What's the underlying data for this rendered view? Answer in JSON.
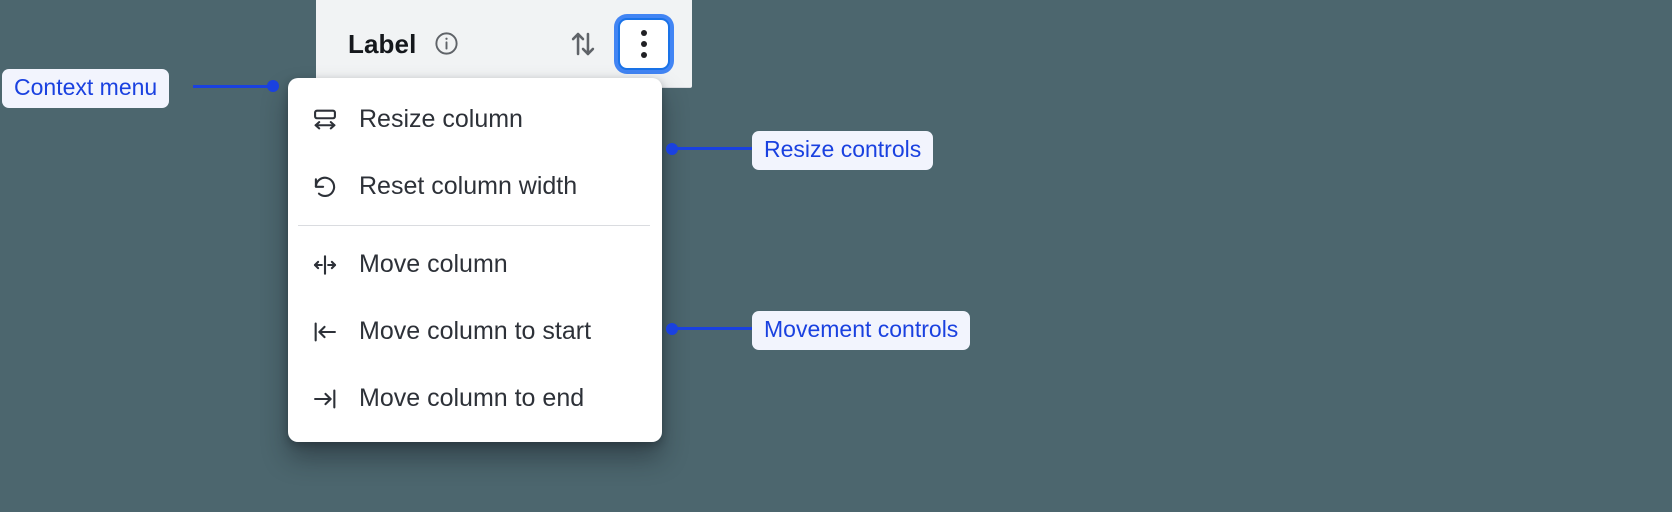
{
  "background_color": "#4c666e",
  "accent_color": "#1a41e0",
  "focus_ring_color": "#4285f4",
  "column_header": {
    "label": "Label",
    "info_icon": "info-circle-icon",
    "sort_icon": "sort-arrows-icon",
    "overflow_icon": "kebab-menu-icon"
  },
  "context_menu": {
    "groups": [
      {
        "name": "resize",
        "items": [
          {
            "icon": "resize-column-icon",
            "label": "Resize column"
          },
          {
            "icon": "reset-width-icon",
            "label": "Reset column width"
          }
        ]
      },
      {
        "name": "movement",
        "items": [
          {
            "icon": "move-column-icon",
            "label": "Move column"
          },
          {
            "icon": "move-to-start-icon",
            "label": "Move column to start"
          },
          {
            "icon": "move-to-end-icon",
            "label": "Move column to end"
          }
        ]
      }
    ]
  },
  "annotations": [
    {
      "label": "Context menu"
    },
    {
      "label": "Resize controls"
    },
    {
      "label": "Movement controls"
    }
  ]
}
